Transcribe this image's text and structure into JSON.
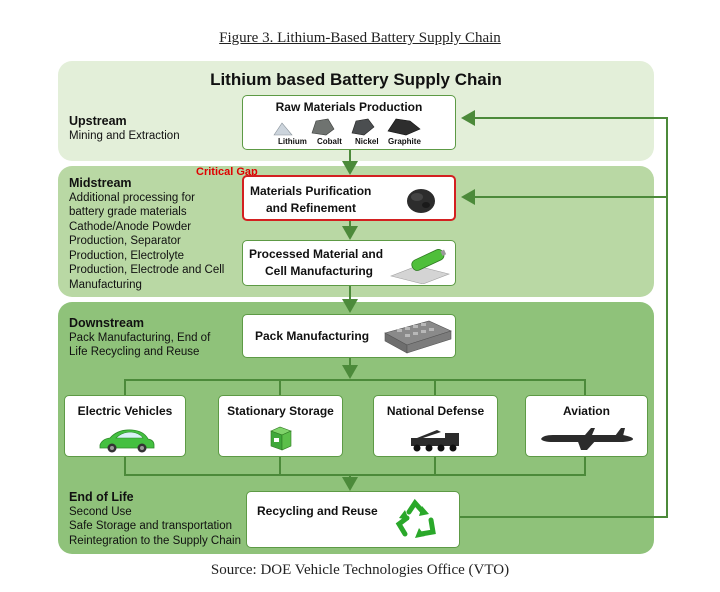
{
  "figure_caption": "Figure 3.  Lithium-Based Battery Supply Chain",
  "main_title": "Lithium based Battery Supply Chain",
  "source": "Source: DOE Vehicle Technologies Office (VTO)",
  "critical_gap": "Critical Gap",
  "stages": {
    "upstream": {
      "heading": "Upstream",
      "lines": [
        "Mining and Extraction"
      ]
    },
    "midstream": {
      "heading": "Midstream",
      "lines": [
        "Additional processing for",
        "battery grade materials",
        "Cathode/Anode Powder",
        "Production, Separator",
        "Production, Electrolyte",
        "Production, Electrode and Cell",
        "Manufacturing"
      ]
    },
    "downstream": {
      "heading": "Downstream",
      "lines": [
        "Pack Manufacturing, End of",
        "Life Recycling and Reuse"
      ]
    },
    "end_of_life": {
      "heading": "End of Life",
      "lines": [
        "Second Use",
        "Safe Storage and transportation",
        "Reintegration to the Supply Chain"
      ]
    }
  },
  "boxes": {
    "raw": {
      "title": "Raw Materials Production",
      "materials": [
        "Lithium",
        "Cobalt",
        "Nickel",
        "Graphite"
      ]
    },
    "purification": {
      "title_line1": "Materials Purification",
      "title_line2": "and Refinement"
    },
    "processed": {
      "title_line1": "Processed Material and",
      "title_line2": "Cell Manufacturing"
    },
    "pack": {
      "title": "Pack Manufacturing"
    },
    "ev": {
      "title": "Electric Vehicles"
    },
    "storage": {
      "title": "Stationary Storage"
    },
    "defense": {
      "title": "National Defense"
    },
    "aviation": {
      "title": "Aviation"
    },
    "recycling": {
      "title": "Recycling and Reuse"
    }
  },
  "colors": {
    "upstream_band": "#e3efd9",
    "midstream_band": "#b9d8a4",
    "downstream_band": "#8fc27a",
    "box_border": "#5d9a45",
    "critical_border": "#d32020",
    "connector": "#4c8a3a",
    "recycle_icon": "#2aa82a",
    "car": "#44c040"
  }
}
